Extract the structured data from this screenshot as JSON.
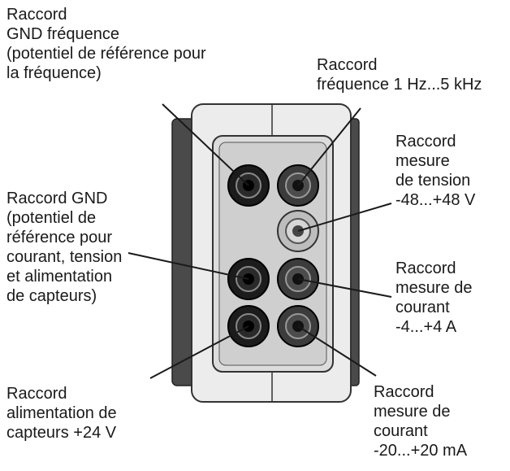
{
  "labels": {
    "freq_gnd": [
      "Raccord",
      "GND fréquence",
      "(potentiel de référence pour",
      "la fréquence)"
    ],
    "freq": [
      "Raccord",
      "fréquence 1 Hz...5 kHz"
    ],
    "voltage": [
      "Raccord",
      "mesure",
      "de tension",
      "-48...+48 V"
    ],
    "gnd": [
      "Raccord GND",
      "(potentiel de",
      "référence pour",
      "courant, tension",
      "et alimentation",
      "de capteurs)"
    ],
    "current_a": [
      "Raccord",
      "mesure de",
      "courant",
      "-4...+4 A"
    ],
    "supply": [
      "Raccord",
      "alimentation de",
      "capteurs +24 V"
    ],
    "current_ma": [
      "Raccord",
      "mesure de",
      "courant",
      "-20...+20 mA"
    ]
  },
  "colors": {
    "jack_black": "#1c1c1c",
    "jack_dark_gray": "#3c3c3c",
    "jack_light_gray": "#bdbdbd",
    "housing": "#e6e6e6",
    "housing_side": "#4a4a4a",
    "panel": "#cfcfcf"
  }
}
